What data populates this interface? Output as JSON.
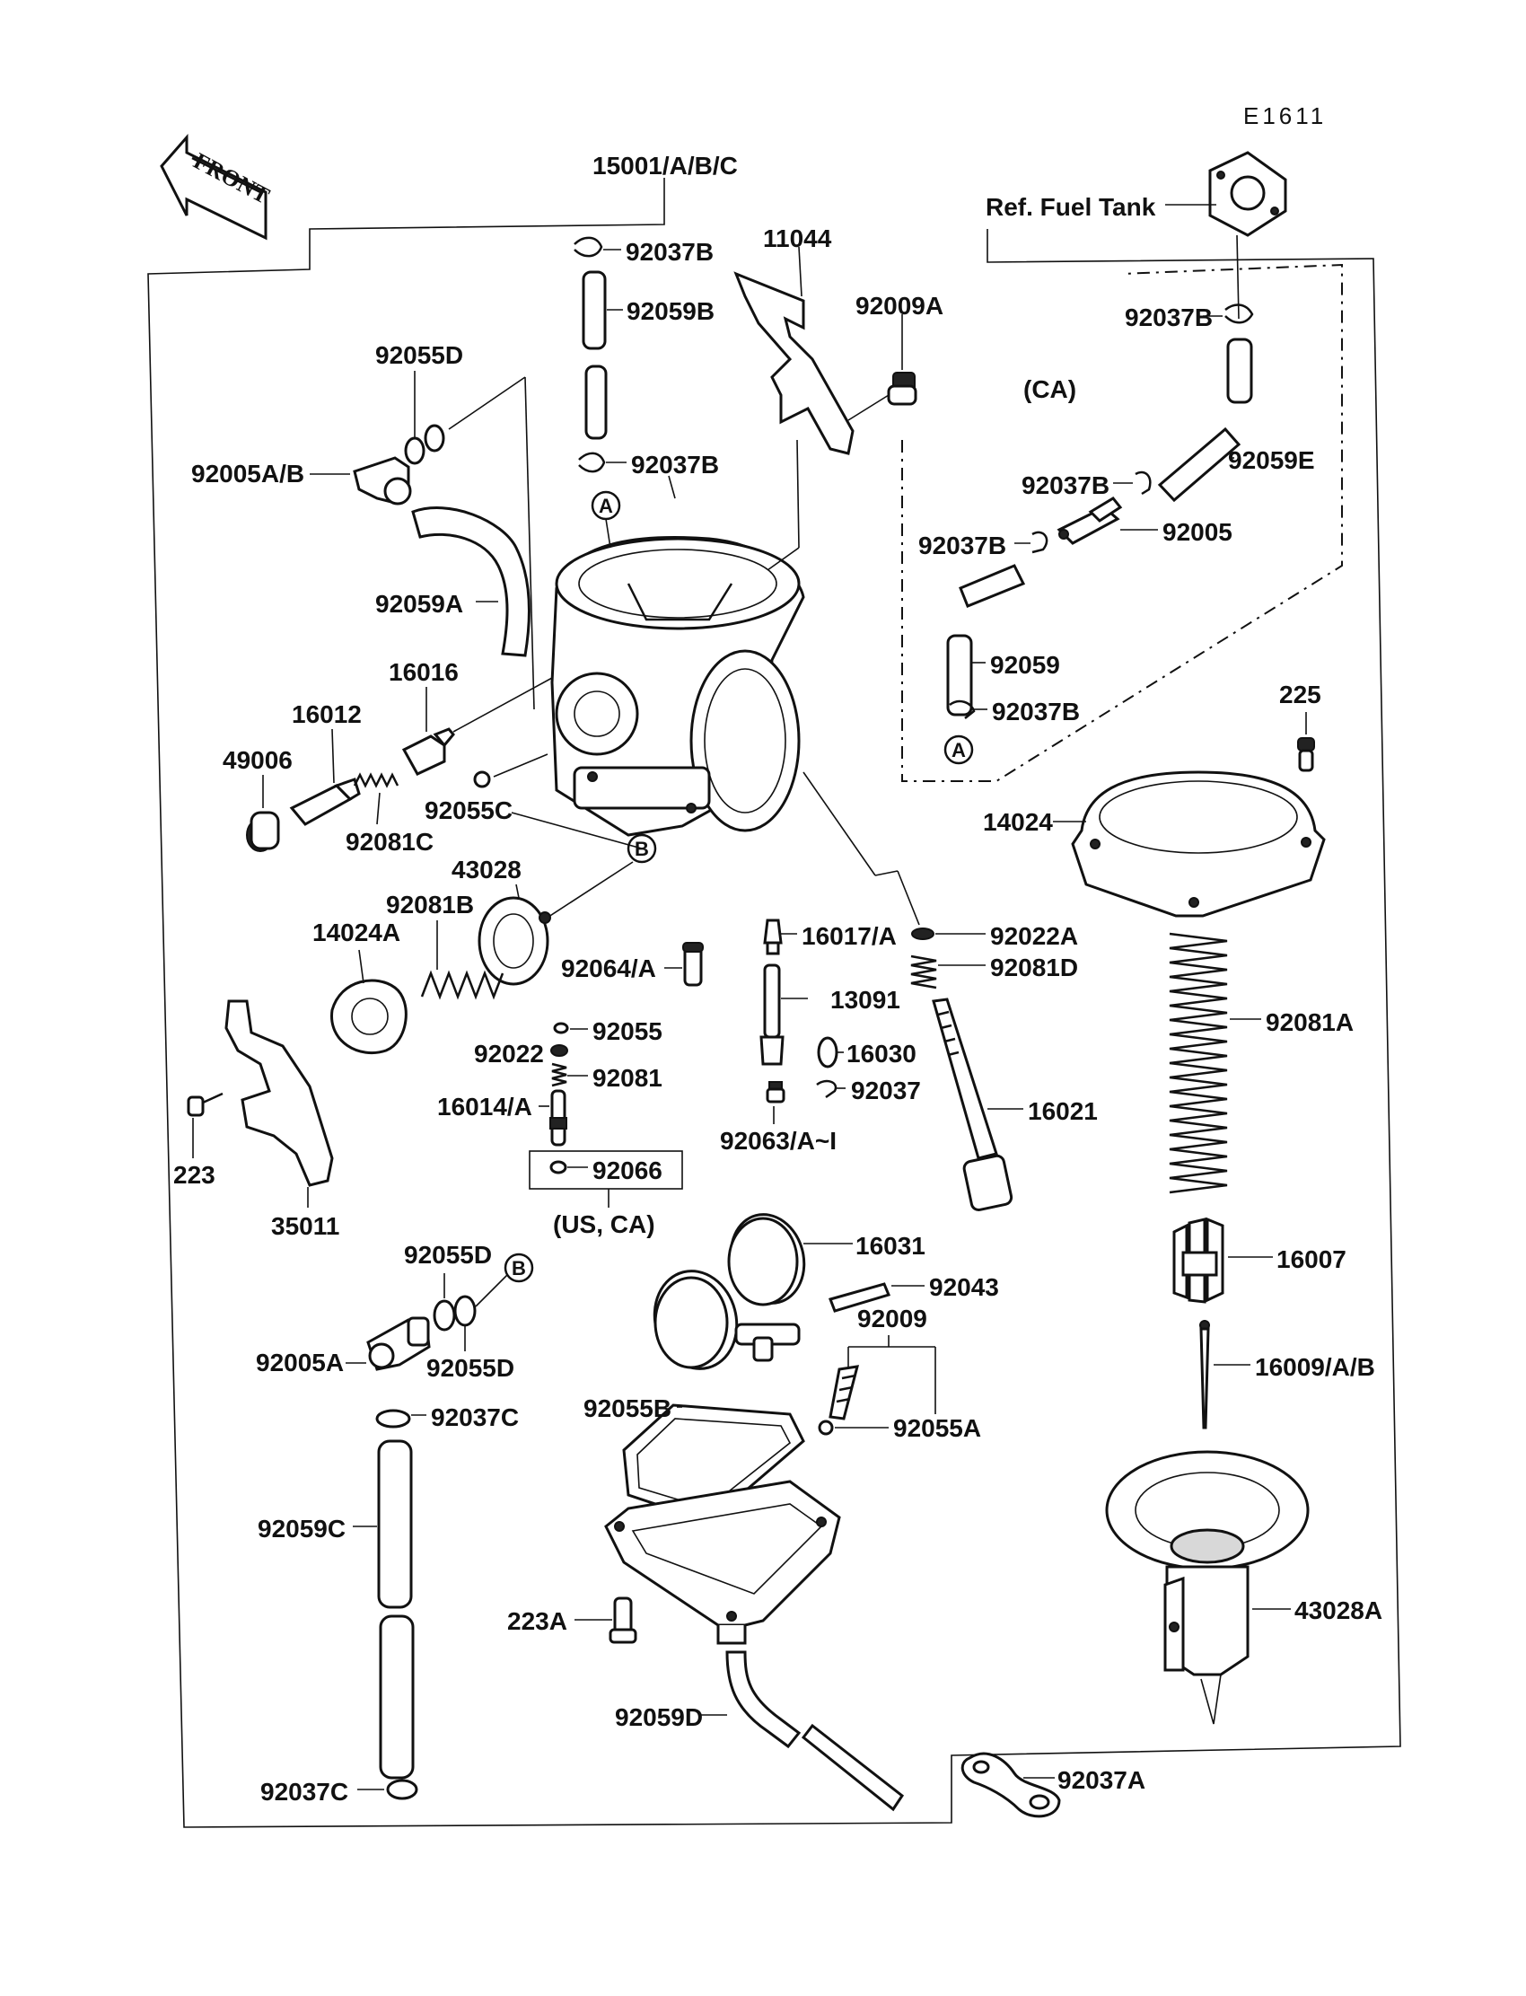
{
  "diagram_code": "E1611",
  "front_label": "FRONT",
  "assembly_label": "15001/A/B/C",
  "markers": {
    "a": "A",
    "b": "B"
  },
  "groups": {
    "ca_group": "(CA)",
    "us_ca_group": "(US, CA)",
    "ref_fuel_tank": "Ref. Fuel Tank"
  },
  "parts": {
    "p11044": "11044",
    "p92009A": "92009A",
    "p92037B_top": "92037B",
    "p92059B": "92059B",
    "p92037B_mid": "92037B",
    "p92055D_top": "92055D",
    "p92005AB": "92005A/B",
    "p92059A": "92059A",
    "p16016": "16016",
    "p16012": "16012",
    "p49006": "49006",
    "p92055C": "92055C",
    "p92081C": "92081C",
    "p43028": "43028",
    "p92081B": "92081B",
    "p14024A": "14024A",
    "p92064A": "92064/A",
    "p16017A": "16017/A",
    "p92022A": "92022A",
    "p92081D": "92081D",
    "p13091": "13091",
    "p16030": "16030",
    "p92037": "92037",
    "p92063": "92063/A~I",
    "p16021": "16021",
    "p92055": "92055",
    "p92022": "92022",
    "p92081": "92081",
    "p16014A": "16014/A",
    "p92066": "92066",
    "p223": "223",
    "p35011": "35011",
    "p92037B_ca1": "92037B",
    "p92059E": "92059E",
    "p92037B_ca2": "92037B",
    "p92005": "92005",
    "p92037B_ca3": "92037B",
    "p92059": "92059",
    "p92037B_ca4": "92037B",
    "p225": "225",
    "p14024": "14024",
    "p92081A": "92081A",
    "p16007": "16007",
    "p16009AB": "16009/A/B",
    "p43028A": "43028A",
    "p92055D_b1": "92055D",
    "p92005A": "92005A",
    "p92055D_b2": "92055D",
    "p92037C_top": "92037C",
    "p92059C": "92059C",
    "p92037C_bot": "92037C",
    "p16031": "16031",
    "p92043": "92043",
    "p92009": "92009",
    "p92055B": "92055B",
    "p92055A": "92055A",
    "p223A": "223A",
    "p92059D": "92059D",
    "p92037A": "92037A"
  }
}
